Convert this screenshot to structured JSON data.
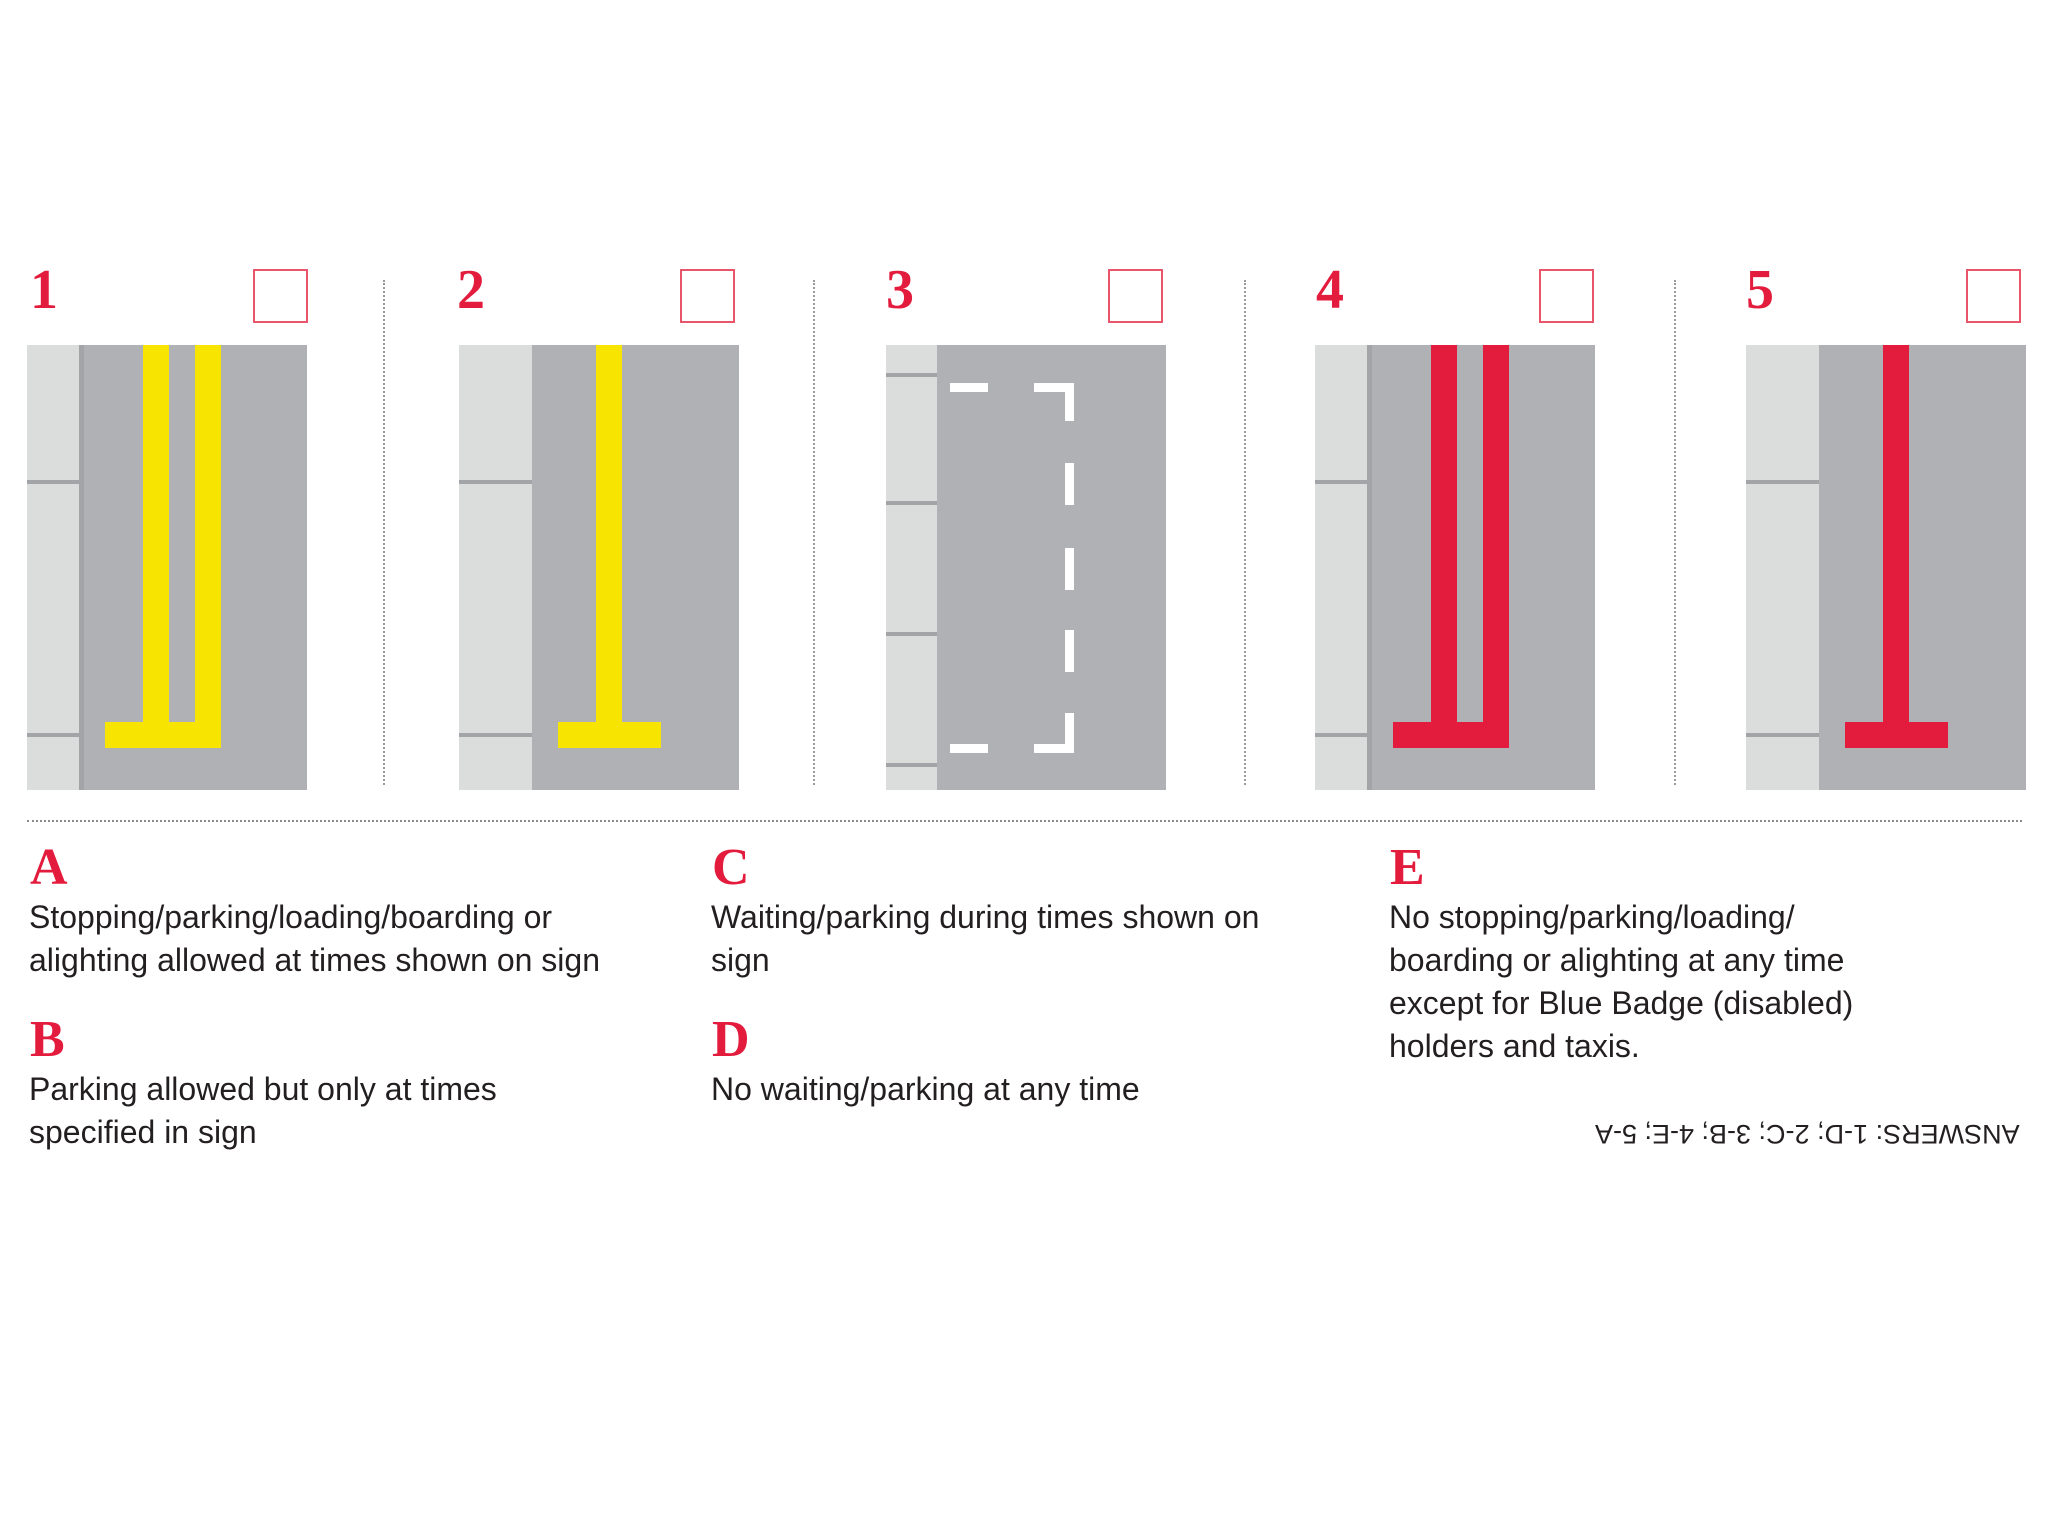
{
  "markings": [
    {
      "number": "1",
      "color": "#f7e400",
      "type": "double-line"
    },
    {
      "number": "2",
      "color": "#f7e400",
      "type": "single-line"
    },
    {
      "number": "3",
      "color": "#ffffff",
      "type": "dashed-bay"
    },
    {
      "number": "4",
      "color": "#e31c3d",
      "type": "double-line"
    },
    {
      "number": "5",
      "color": "#e31c3d",
      "type": "single-line"
    }
  ],
  "options": [
    {
      "letter": "A",
      "text": "Stopping/parking/loading/boarding or alighting allowed at times shown on sign"
    },
    {
      "letter": "B",
      "text": "Parking allowed but only at times specified in sign"
    },
    {
      "letter": "C",
      "text": "Waiting/parking during times shown on sign"
    },
    {
      "letter": "D",
      "text": "No waiting/parking at any time"
    },
    {
      "letter": "E",
      "text": "No stopping/parking/loading/ boarding or alighting at any time except for Blue Badge (disabled) holders and taxis."
    }
  ],
  "answers": "ANSWERS: 1-D; 2-C; 3-B; 4-E; 5-A",
  "colors": {
    "accent": "#e31c3d",
    "road": "#b0b1b5",
    "kerb": "#dbdcdc"
  }
}
